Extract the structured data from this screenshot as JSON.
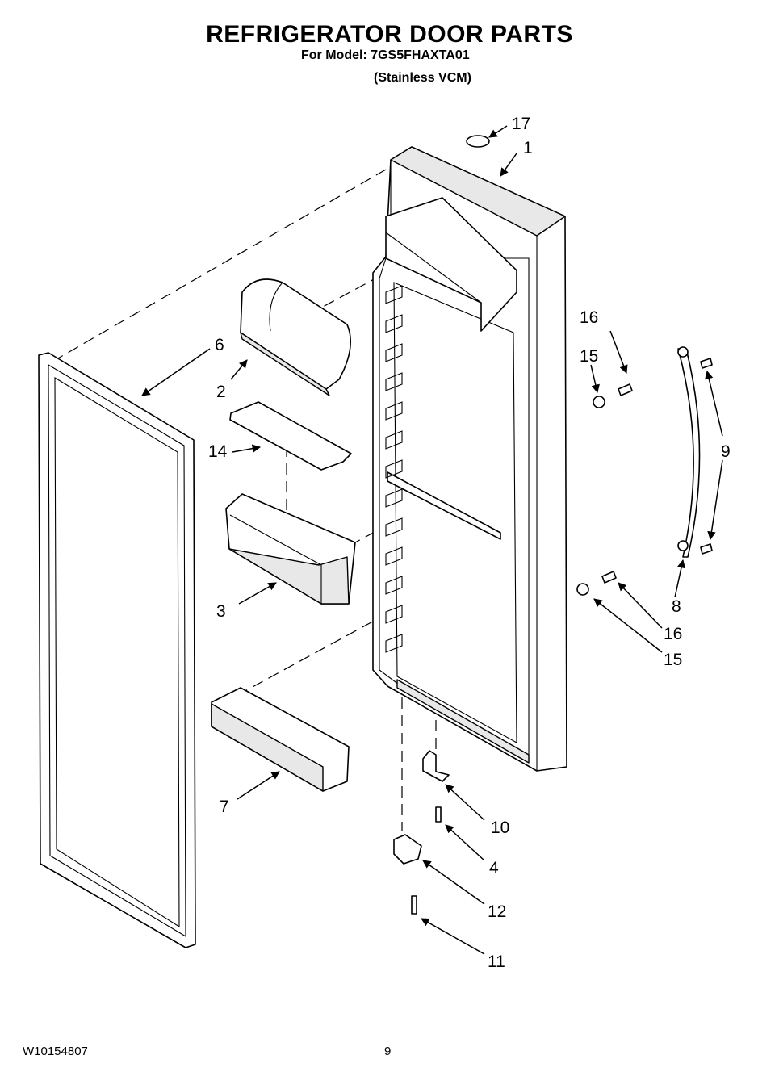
{
  "header": {
    "title": "REFRIGERATOR DOOR PARTS",
    "model_line": "For Model: 7GS5FHAXTA01",
    "variant_line": "(Stainless VCM)"
  },
  "footer": {
    "doc_number": "W10154807",
    "page_number": "9"
  },
  "callouts": {
    "c1": "1",
    "c2": "2",
    "c3": "3",
    "c4": "4",
    "c6": "6",
    "c7": "7",
    "c8": "8",
    "c9": "9",
    "c10": "10",
    "c11": "11",
    "c12": "12",
    "c14": "14",
    "c15a": "15",
    "c15b": "15",
    "c16a": "16",
    "c16b": "16",
    "c17": "17"
  }
}
